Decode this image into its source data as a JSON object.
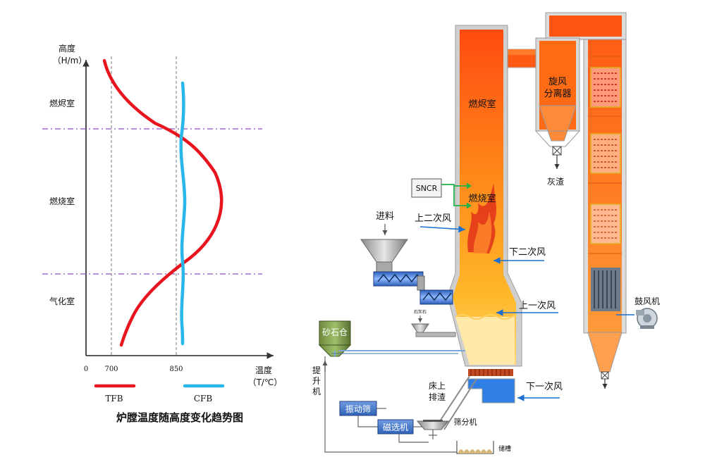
{
  "chart": {
    "title": "炉膛温度随高度变化趋势图",
    "y_axis_label_line1": "高度",
    "y_axis_label_line2": "（H/m）",
    "x_axis_label_line1": "温度",
    "x_axis_label_line2": "（T/℃）",
    "origin_label": "0",
    "tick_700": "700",
    "tick_850": "850",
    "zone_top": "燃烬室",
    "zone_middle": "燃烧室",
    "zone_bottom": "气化室",
    "legend_tfb": "TFB",
    "legend_cfb": "CFB",
    "colors": {
      "tfb": "#e8141e",
      "cfb": "#29b6e8",
      "divider": "#8a4fc0"
    }
  },
  "chart_data": {
    "type": "line",
    "title": "炉膛温度随高度变化趋势图",
    "xlabel": "温度（T/℃）",
    "ylabel": "高度（H/m）",
    "x_ticks": [
      0,
      700,
      850
    ],
    "series": [
      {
        "name": "TFB",
        "color": "#e8141e",
        "points": [
          [
            725,
            0.02
          ],
          [
            760,
            0.15
          ],
          [
            810,
            0.28
          ],
          [
            855,
            0.4
          ],
          [
            930,
            0.55
          ],
          [
            945,
            0.64
          ],
          [
            875,
            0.78
          ],
          [
            780,
            0.88
          ],
          [
            725,
            0.95
          ],
          [
            705,
            1.0
          ]
        ]
      },
      {
        "name": "CFB",
        "color": "#29b6e8",
        "points": [
          [
            858,
            0.02
          ],
          [
            858,
            0.25
          ],
          [
            865,
            0.42
          ],
          [
            870,
            0.6
          ],
          [
            860,
            0.78
          ],
          [
            862,
            0.9
          ],
          [
            860,
            0.98
          ]
        ]
      }
    ],
    "zones": [
      "气化室",
      "燃烧室",
      "燃烬室"
    ]
  },
  "diagram": {
    "furnace_top_label": "燃烬室",
    "furnace_mid_label": "燃烧室",
    "cyclone_label_line1": "旋风",
    "cyclone_label_line2": "分离器",
    "ash_label": "灰渣",
    "sncr_label": "SNCR",
    "feed_label": "进料",
    "limestone_label": "石灰石",
    "upper_secondary_air": "上二次风",
    "lower_secondary_air": "下二次风",
    "upper_primary_air": "上一次风",
    "lower_primary_air": "下一次风",
    "blower_label": "鼓风机",
    "sand_silo_label": "砂石仓",
    "lift_label_1": "提",
    "lift_label_2": "升",
    "lift_label_3": "机",
    "vibrating_screen_label": "振动筛",
    "magnetic_separator_label": "磁选机",
    "screening_machine_label": "筛分机",
    "storage_label": "储槽",
    "bed_slag_line1": "床上",
    "bed_slag_line2": "排渣"
  }
}
